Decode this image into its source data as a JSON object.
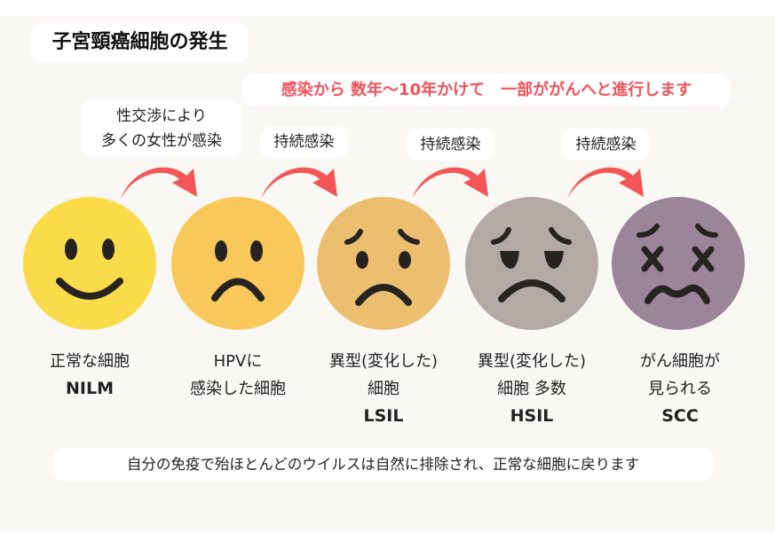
{
  "title": "子宮頸癌細胞の発生",
  "banner": "感染から 数年〜10年かけて　一部ががんへと進行します",
  "transitions": [
    {
      "lines": [
        "性交渉により",
        "多くの女性が感染"
      ]
    },
    {
      "lines": [
        "持続感染"
      ]
    },
    {
      "lines": [
        "持続感染"
      ]
    },
    {
      "lines": [
        "持続感染"
      ]
    }
  ],
  "stages": [
    {
      "lines": [
        "正常な細胞"
      ],
      "code": "NILM",
      "color": "#fadb4a",
      "face": "smile"
    },
    {
      "lines": [
        "HPVに",
        "感染した細胞"
      ],
      "code": "",
      "color": "#f8c95a",
      "face": "frown"
    },
    {
      "lines": [
        "異型(変化した)",
        "細胞"
      ],
      "code": "LSIL",
      "color": "#ecbf70",
      "face": "worried"
    },
    {
      "lines": [
        "異型(変化した)",
        "細胞 多数"
      ],
      "code": "HSIL",
      "color": "#b3aaa6",
      "face": "sad"
    },
    {
      "lines": [
        "がん細胞が",
        "見られる"
      ],
      "code": "SCC",
      "color": "#9a8599",
      "face": "dizzy"
    }
  ],
  "note": "自分の免疫で殆ほとんどのウイルスは自然に排除され、正常な細胞に戻ります",
  "colors": {
    "accent": "#f0525a",
    "arrow": "#f45556",
    "background": "#faf8f5"
  }
}
